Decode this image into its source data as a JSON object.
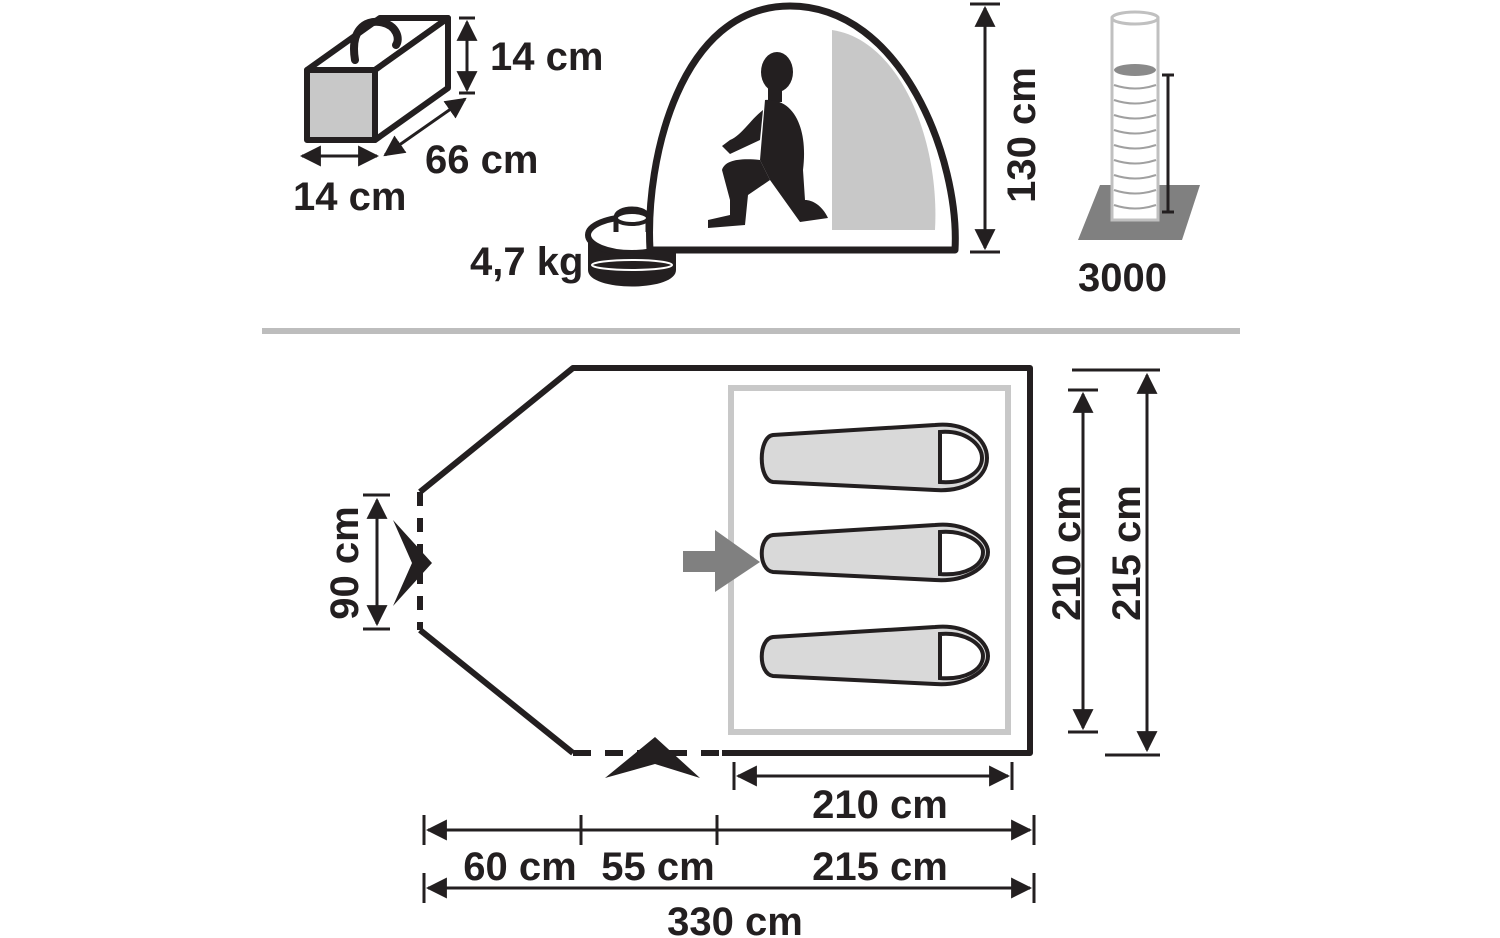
{
  "pack_size": {
    "height_label": "14 cm",
    "length_label": "66 cm",
    "width_label": "14 cm"
  },
  "weight": {
    "label": "4,7 kg"
  },
  "tent_height": {
    "label": "130 cm"
  },
  "water_column": {
    "label": "3000"
  },
  "floor_plan": {
    "entrance_width_label": "90 cm",
    "cabin_inner_width_label": "210 cm",
    "cabin_outer_width_label": "215 cm",
    "cabin_inner_length_label": "210 cm",
    "length_segment_1_label": "60 cm",
    "length_segment_2_label": "55 cm",
    "length_segment_3_label": "215 cm",
    "total_length_label": "330 cm"
  },
  "colors": {
    "ink": "#231f20",
    "mid_gray": "#808080",
    "light_gray": "#c8c8c8",
    "pale_gray": "#d9d9d9",
    "divider": "#bdbdbd"
  }
}
